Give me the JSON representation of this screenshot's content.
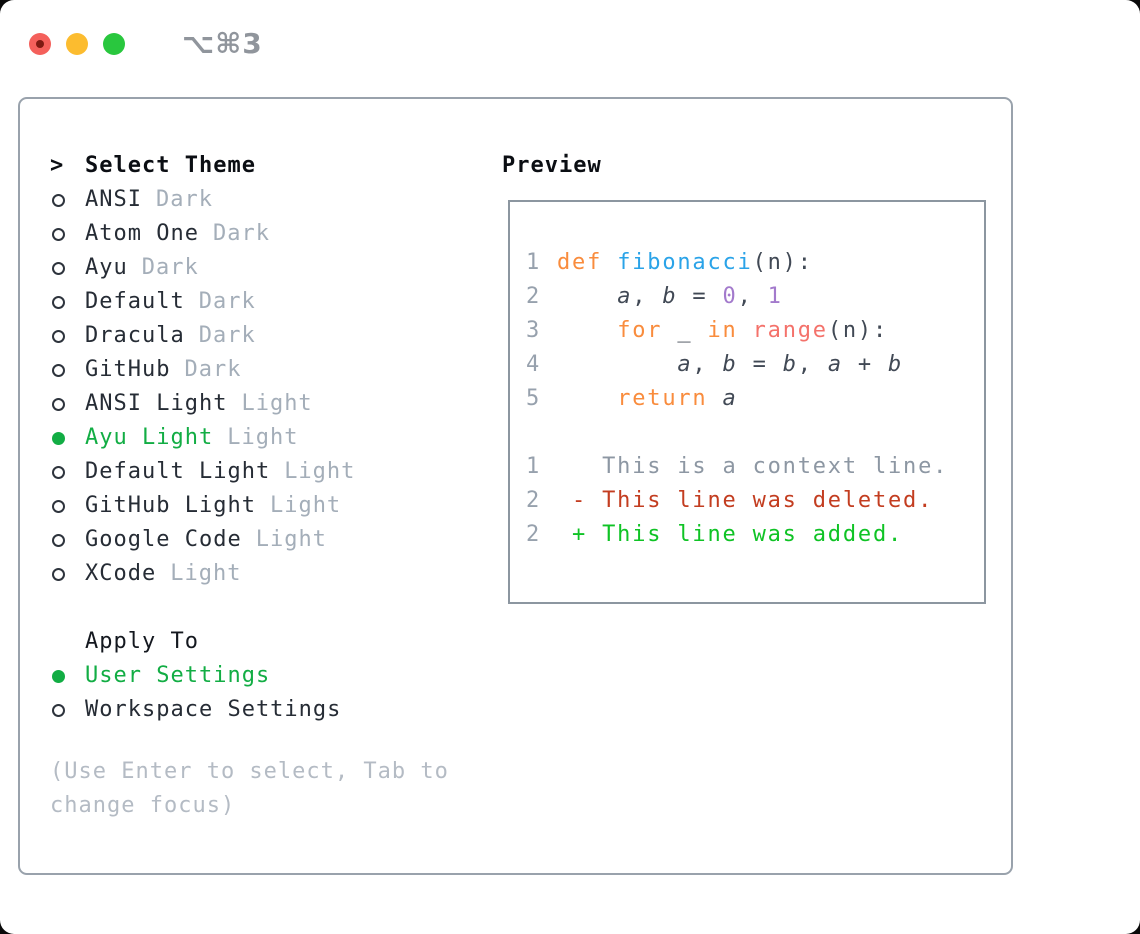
{
  "window": {
    "title": "⌥⌘3",
    "traffic_lights": [
      "close",
      "minimize",
      "zoom"
    ]
  },
  "theme_panel": {
    "header_prefix": ">",
    "header_label": "Select Theme",
    "themes": [
      {
        "name": "ANSI",
        "tag": "Dark",
        "selected": false
      },
      {
        "name": "Atom One",
        "tag": "Dark",
        "selected": false
      },
      {
        "name": "Ayu",
        "tag": "Dark",
        "selected": false
      },
      {
        "name": "Default",
        "tag": "Dark",
        "selected": false
      },
      {
        "name": "Dracula",
        "tag": "Dark",
        "selected": false
      },
      {
        "name": "GitHub",
        "tag": "Dark",
        "selected": false
      },
      {
        "name": "ANSI Light",
        "tag": "Light",
        "selected": false
      },
      {
        "name": "Ayu Light",
        "tag": "Light",
        "selected": true
      },
      {
        "name": "Default Light",
        "tag": "Light",
        "selected": false
      },
      {
        "name": "GitHub Light",
        "tag": "Light",
        "selected": false
      },
      {
        "name": "Google Code",
        "tag": "Light",
        "selected": false
      },
      {
        "name": "XCode",
        "tag": "Light",
        "selected": false
      }
    ],
    "apply_to": {
      "label": "Apply To",
      "options": [
        {
          "name": "User Settings",
          "selected": true
        },
        {
          "name": "Workspace Settings",
          "selected": false
        }
      ]
    },
    "hint": "(Use Enter to select, Tab to change focus)"
  },
  "preview": {
    "label": "Preview",
    "lines": [
      {
        "num": "1",
        "segs": [
          [
            "kw",
            "def "
          ],
          [
            "fn",
            "fibonacci"
          ],
          [
            "pl",
            "(n):"
          ]
        ]
      },
      {
        "num": "2",
        "segs": [
          [
            "pl",
            "    "
          ],
          [
            "var",
            "a"
          ],
          [
            "pl",
            ", "
          ],
          [
            "var",
            "b"
          ],
          [
            "pl",
            " = "
          ],
          [
            "num",
            "0"
          ],
          [
            "pl",
            ", "
          ],
          [
            "num",
            "1"
          ]
        ]
      },
      {
        "num": "3",
        "segs": [
          [
            "pl",
            "    "
          ],
          [
            "kw",
            "for "
          ],
          [
            "pl",
            "_ "
          ],
          [
            "kw",
            "in "
          ],
          [
            "call",
            "range"
          ],
          [
            "pl",
            "(n):"
          ]
        ]
      },
      {
        "num": "4",
        "segs": [
          [
            "pl",
            "        "
          ],
          [
            "var",
            "a"
          ],
          [
            "pl",
            ", "
          ],
          [
            "var",
            "b"
          ],
          [
            "pl",
            " = "
          ],
          [
            "var",
            "b"
          ],
          [
            "pl",
            ", "
          ],
          [
            "var",
            "a"
          ],
          [
            "pl",
            " + "
          ],
          [
            "var",
            "b"
          ]
        ]
      },
      {
        "num": "5",
        "segs": [
          [
            "pl",
            "    "
          ],
          [
            "kw",
            "return "
          ],
          [
            "var",
            "a"
          ]
        ]
      },
      {
        "num": "",
        "segs": []
      },
      {
        "num": "1",
        "segs": [
          [
            "ctx",
            "   This is a context line."
          ]
        ]
      },
      {
        "num": "2",
        "segs": [
          [
            "del",
            " - This line was deleted."
          ]
        ]
      },
      {
        "num": "2",
        "segs": [
          [
            "add",
            " + This line was added."
          ]
        ]
      }
    ]
  },
  "colors": {
    "selected_green": "#12ad44",
    "keyword_orange": "#f98c3d",
    "function_blue": "#2aa3e8",
    "number_purple": "#a37acc",
    "call_coral": "#f4726b",
    "diff_red": "#c33d20",
    "diff_green": "#0fc325",
    "tag_gray": "#a4aeb9",
    "panel_border": "#99a2ac"
  }
}
